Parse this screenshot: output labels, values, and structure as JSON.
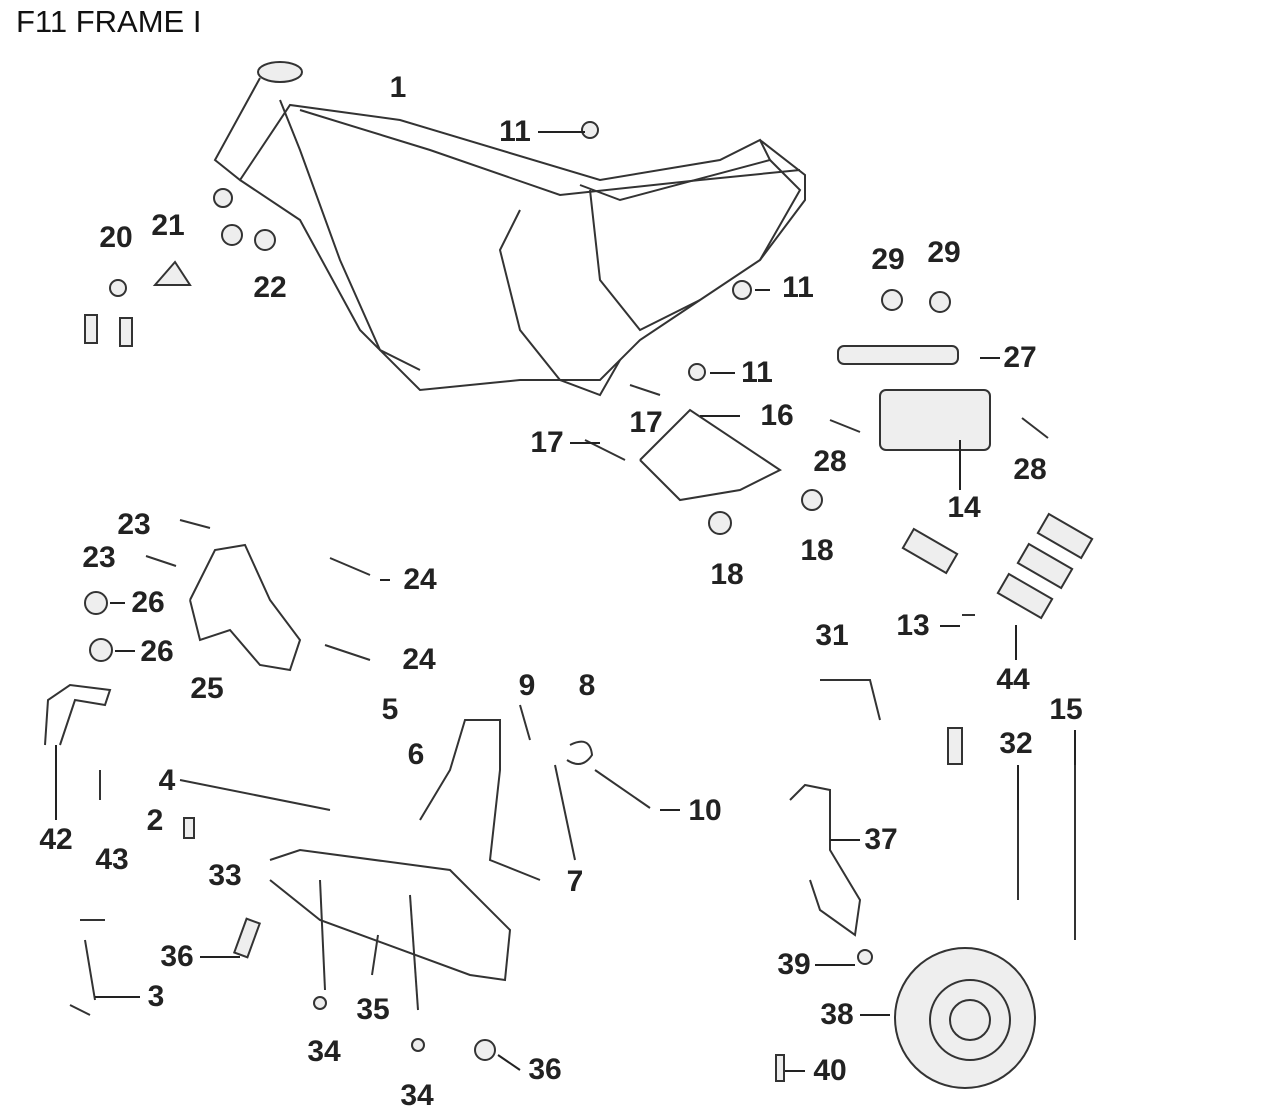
{
  "title": "F11 FRAME I",
  "callouts": [
    "1",
    "11",
    "11",
    "11",
    "20",
    "21",
    "22",
    "29",
    "29",
    "27",
    "17",
    "16",
    "17",
    "28",
    "28",
    "14",
    "18",
    "18",
    "23",
    "23",
    "24",
    "26",
    "26",
    "24",
    "25",
    "31",
    "13",
    "44",
    "15",
    "5",
    "9",
    "8",
    "6",
    "32",
    "4",
    "2",
    "10",
    "42",
    "43",
    "37",
    "33",
    "7",
    "36",
    "39",
    "3",
    "35",
    "38",
    "34",
    "36",
    "34",
    "40"
  ]
}
